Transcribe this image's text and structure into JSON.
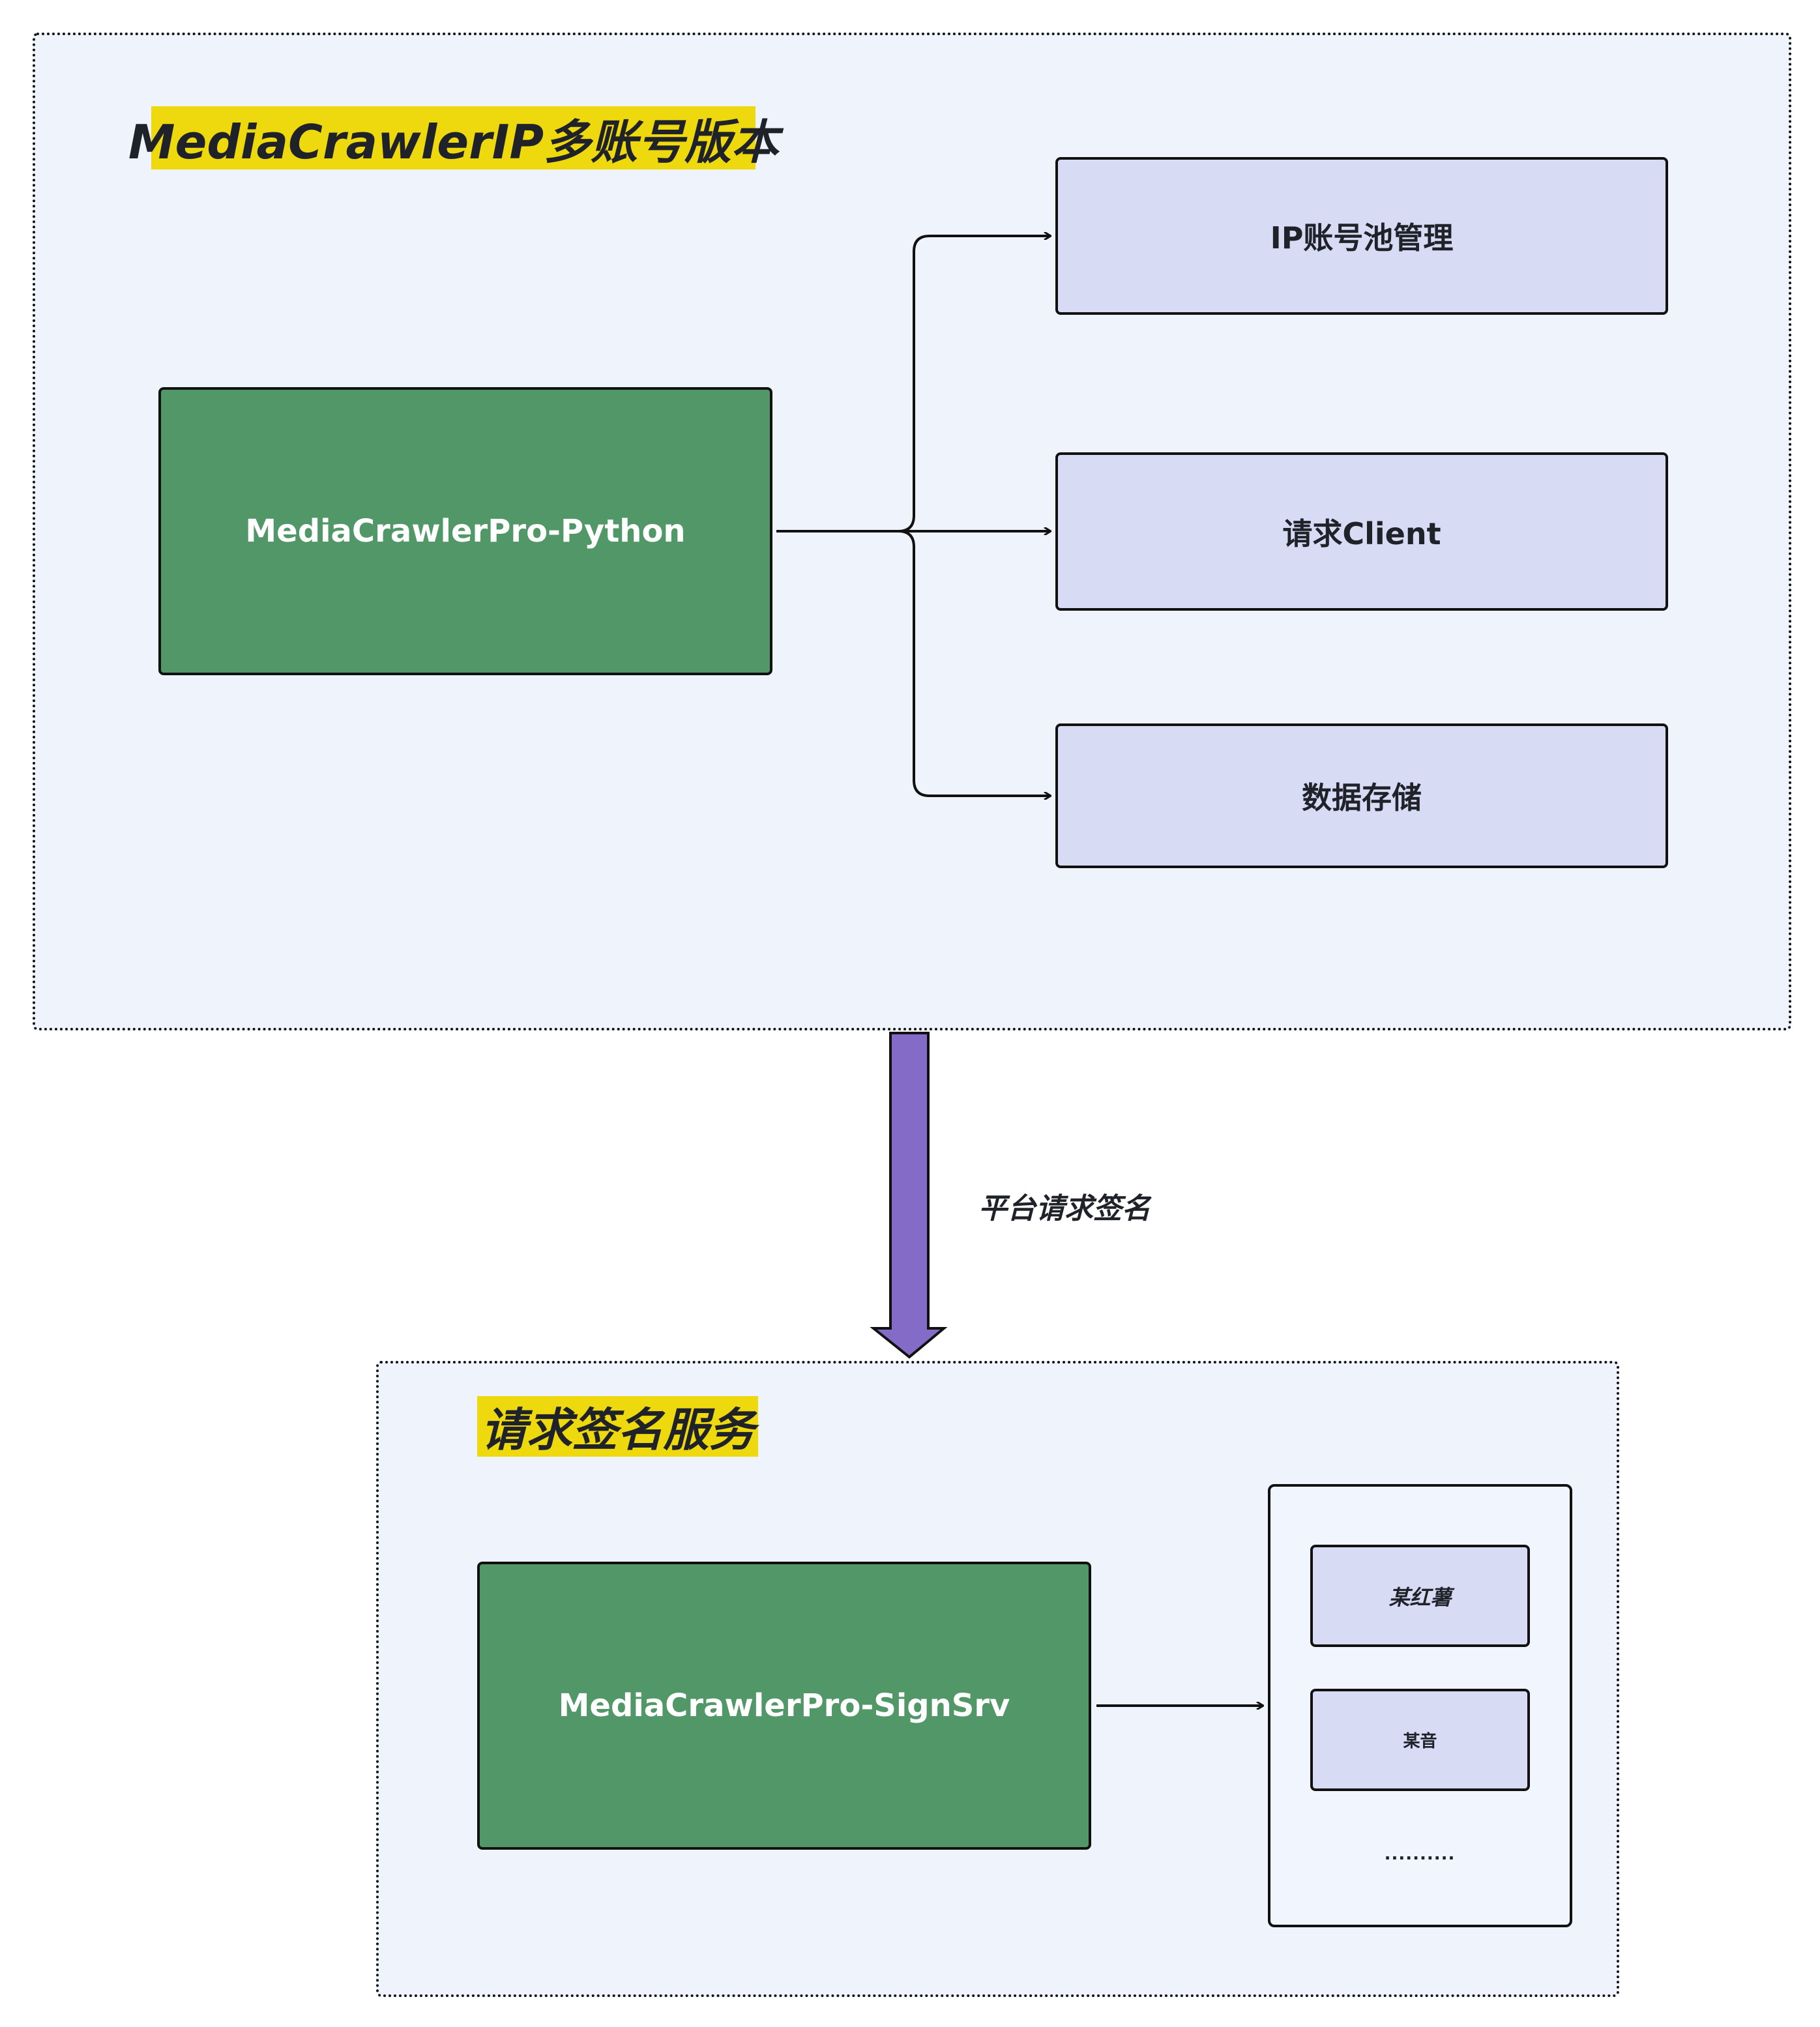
{
  "top_panel": {
    "title": "MediaCrawlerIP多账号版本",
    "main_node": "MediaCrawlerPro-Python",
    "modules": [
      {
        "label": "IP账号池管理"
      },
      {
        "label": "请求Client"
      },
      {
        "label": "数据存储"
      }
    ]
  },
  "connector": {
    "label": "平台请求签名",
    "color": "#856bc8"
  },
  "bottom_panel": {
    "title": "请求签名服务",
    "main_node": "MediaCrawlerPro-SignSrv",
    "platforms": [
      {
        "label": "某红薯"
      },
      {
        "label": "某音"
      }
    ],
    "more": ".........."
  },
  "colors": {
    "panel_bg": "#eff4fc",
    "title_highlight": "#eed80e",
    "node_green": "#519767",
    "node_lavender": "#d7dbf3",
    "text_dark": "#1f2329"
  }
}
